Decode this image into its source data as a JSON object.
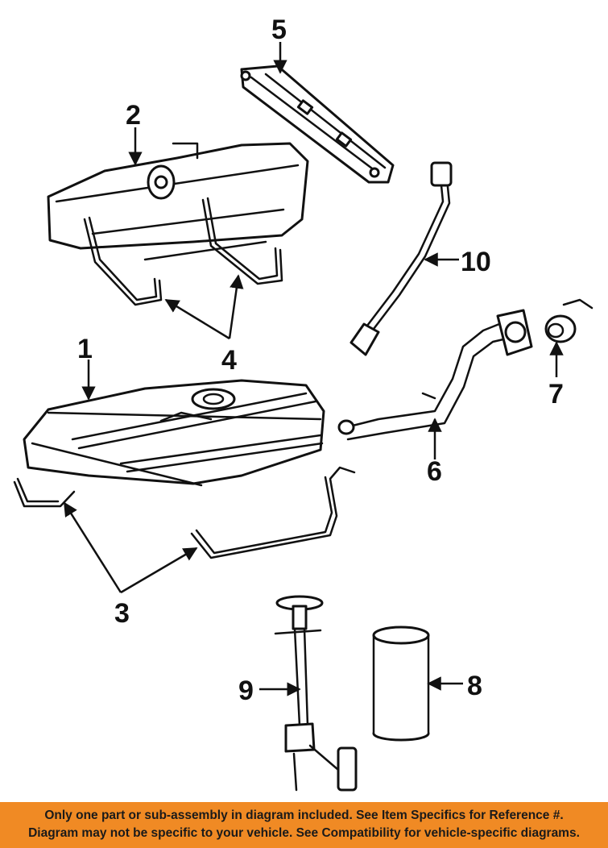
{
  "callouts": [
    {
      "id": "1",
      "label": "1"
    },
    {
      "id": "2",
      "label": "2"
    },
    {
      "id": "3",
      "label": "3"
    },
    {
      "id": "4",
      "label": "4"
    },
    {
      "id": "5",
      "label": "5"
    },
    {
      "id": "6",
      "label": "6"
    },
    {
      "id": "7",
      "label": "7"
    },
    {
      "id": "8",
      "label": "8"
    },
    {
      "id": "9",
      "label": "9"
    },
    {
      "id": "10",
      "label": "10"
    }
  ],
  "footer": {
    "line1": "Only one part or sub-assembly in diagram included. See Item Specifics for Reference #.",
    "line2": "Diagram may not be specific to your vehicle. See Compatibility for vehicle-specific diagrams."
  },
  "colors": {
    "banner": "#f08a24",
    "ink": "#111111",
    "background": "#ffffff"
  }
}
